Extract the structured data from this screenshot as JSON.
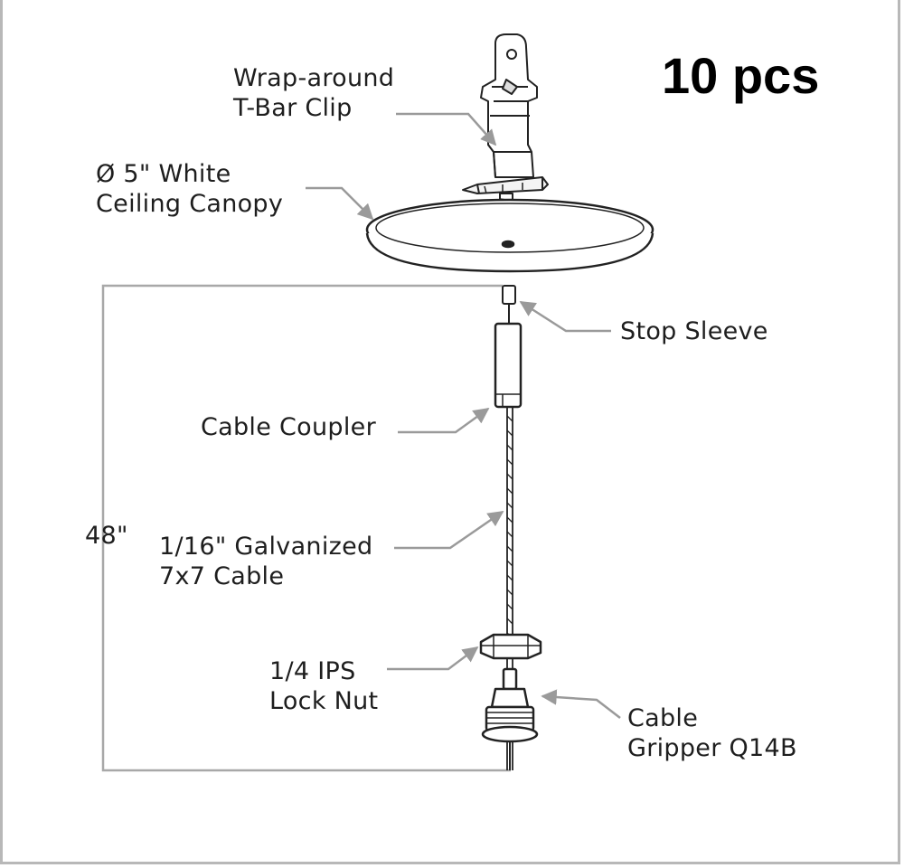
{
  "quantity_label": "10 pcs",
  "dimension_label": "48\"",
  "labels": {
    "tbar_clip": [
      "Wrap-around",
      "T-Bar Clip"
    ],
    "canopy": [
      "Ø 5\" White",
      "Ceiling Canopy"
    ],
    "stop_sleeve": [
      "Stop Sleeve"
    ],
    "cable_coupler": [
      "Cable Coupler"
    ],
    "cable": [
      "1/16\" Galvanized",
      "7x7 Cable"
    ],
    "lock_nut": [
      "1/4 IPS",
      "Lock Nut"
    ],
    "gripper": [
      "Cable",
      "Gripper Q14B"
    ]
  },
  "colors": {
    "line": "#222222",
    "leader": "#9a9a9a",
    "text": "#1e1e1e"
  }
}
